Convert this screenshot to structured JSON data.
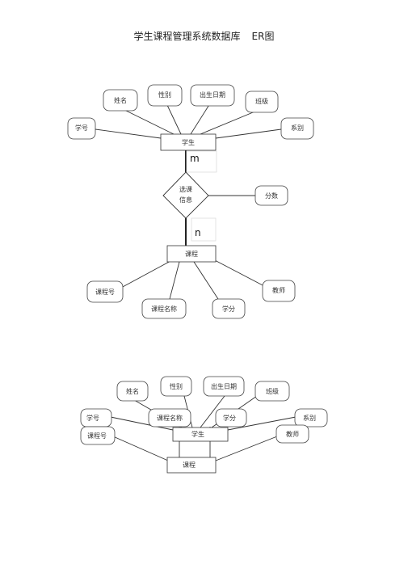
{
  "title": {
    "main": "学生课程管理系统数据库",
    "suffix": "ER图"
  },
  "diagram1": {
    "entity_student": "学生",
    "entity_course": "课程",
    "relationship_line1": "选课",
    "relationship_line2": "信息",
    "card_m": "m",
    "card_n": "n",
    "student_attrs": {
      "name": "姓名",
      "gender": "性别",
      "birthdate": "出生日期",
      "class": "班级",
      "student_id": "学号",
      "department": "系别"
    },
    "relation_attr": "分数",
    "course_attrs": {
      "course_id": "课程号",
      "course_name": "课程名称",
      "credit": "学分",
      "teacher": "教师"
    }
  },
  "diagram2": {
    "entity_student": "学生",
    "entity_course": "课程",
    "attrs": {
      "name": "姓名",
      "gender": "性别",
      "birthdate": "出生日期",
      "class": "班级",
      "student_id": "学号",
      "course_name": "课程名称",
      "credit": "学分",
      "department": "系别",
      "course_id": "课程号",
      "teacher": "教师"
    }
  }
}
